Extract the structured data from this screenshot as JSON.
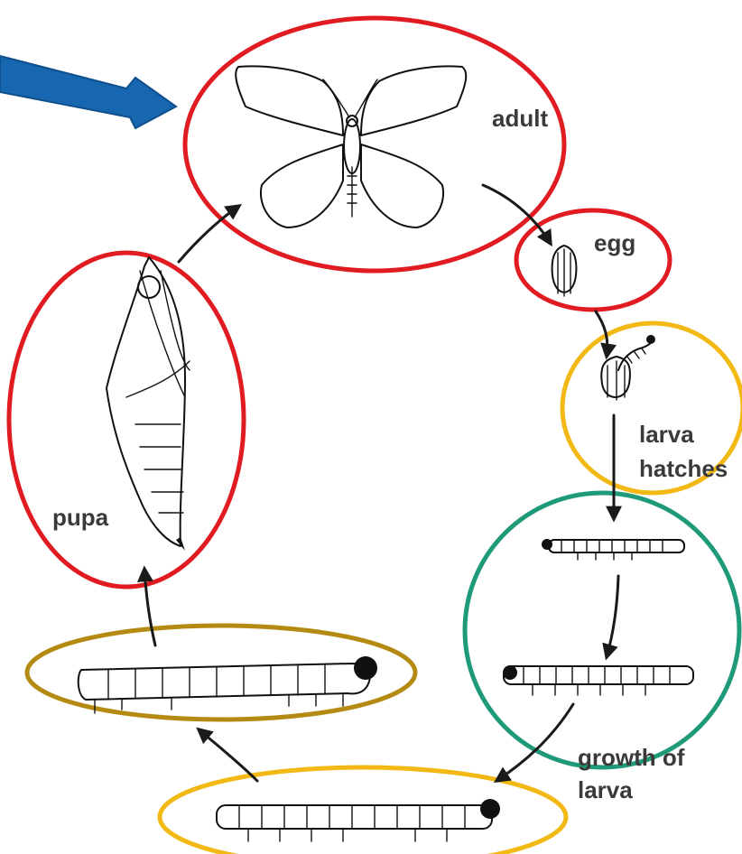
{
  "diagram": {
    "labels": {
      "adult": "adult",
      "egg": "egg",
      "larva_hatches_line1": "larva",
      "larva_hatches_line2": "hatches",
      "pupa": "pupa",
      "growth_line1": "growth of",
      "growth_line2": "larva"
    },
    "colors": {
      "red": "#e11b22",
      "yellow": "#f2b814",
      "green": "#1f9a78",
      "olive": "#b58a12",
      "blue": "#1766b0",
      "ink": "#111111",
      "label": "#3a3a3a"
    }
  }
}
